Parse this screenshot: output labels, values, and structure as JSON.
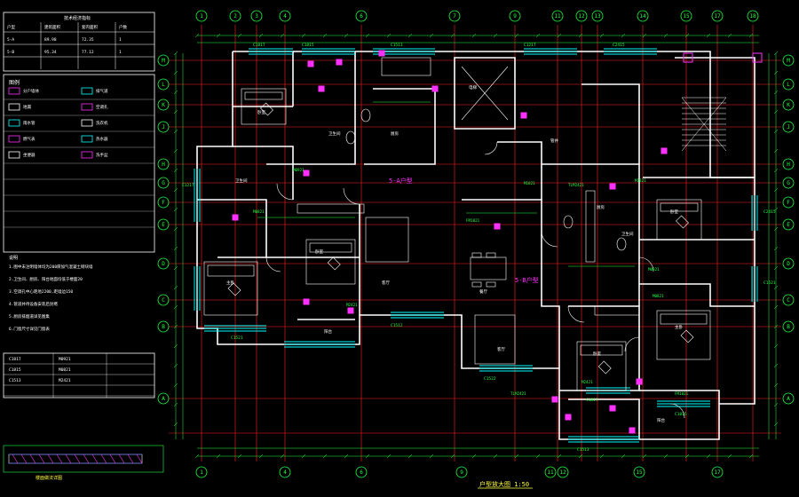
{
  "title_block": {
    "label": "户型放大图 1:50"
  },
  "axis_top": [
    "1",
    "2",
    "3",
    "4",
    "6",
    "7",
    "9",
    "11",
    "12",
    "13",
    "14",
    "15",
    "17",
    "18"
  ],
  "axis_bottom": [
    "1",
    "4",
    "6",
    "9",
    "11",
    "12",
    "15",
    "17"
  ],
  "axis_left": [
    "M",
    "L",
    "K",
    "J",
    "H",
    "G",
    "F",
    "E",
    "D",
    "C",
    "B",
    "A"
  ],
  "axis_right": [
    "M",
    "L",
    "K",
    "J",
    "H",
    "G",
    "F",
    "E",
    "D",
    "C",
    "B",
    "A"
  ],
  "unit_labels": {
    "unit_a": "5-A户型",
    "unit_b": "5-B户型"
  },
  "windows": [
    "C1817",
    "C1815",
    "C1513",
    "C1217",
    "C2415",
    "C1521",
    "C1512",
    "C1522"
  ],
  "doors": [
    "M0921",
    "M0821",
    "M2421",
    "FM1021",
    "M1821",
    "TLM2421"
  ],
  "rooms": {
    "bedroom": "卧室",
    "master_bedroom": "主卧",
    "living": "客厅",
    "dining": "餐厅",
    "kitchen": "厨房",
    "toilet": "卫生间",
    "balcony": "阳台",
    "pipe_well": "管井",
    "elevator": "电梯"
  },
  "legend": {
    "title": "图例",
    "items": [
      {
        "label": "分户墙体"
      },
      {
        "label": "排气道"
      },
      {
        "label": "地漏"
      },
      {
        "label": "空调孔"
      },
      {
        "label": "雨水管"
      },
      {
        "label": "洗衣机"
      },
      {
        "label": "燃气表"
      },
      {
        "label": "热水器"
      },
      {
        "label": "坐便器"
      },
      {
        "label": "洗手盆"
      }
    ]
  },
  "table": {
    "title": "技术经济指标",
    "rows": [
      [
        "户型",
        "建筑面积",
        "套内面积",
        "户数"
      ],
      [
        "5-A",
        "89.98",
        "72.35",
        "1"
      ],
      [
        "5-B",
        "95.34",
        "77.12",
        "1"
      ]
    ]
  },
  "notes": {
    "title": "说明",
    "lines": [
      "1.图中未注明墙体均为200厚加气混凝土砌块墙",
      "2.卫生间、厨房、阳台地面均低于楼面20",
      "3.空调孔中心距地2200,距墙边150",
      "4.管道井待设备安装后封堵",
      "5.厨房排烟道详见图集",
      "6.门窗尺寸详见门窗表"
    ]
  },
  "detail": {
    "label": "楼面做法详图"
  },
  "colors": {
    "wall": "#ffffff",
    "grid": "#ff2020",
    "dim": "#20ff40",
    "window": "#00ffff",
    "furniture": "#ffffff",
    "equipment": "#ff30ff",
    "text": "#ffff40",
    "hatch": "#3050ff"
  }
}
